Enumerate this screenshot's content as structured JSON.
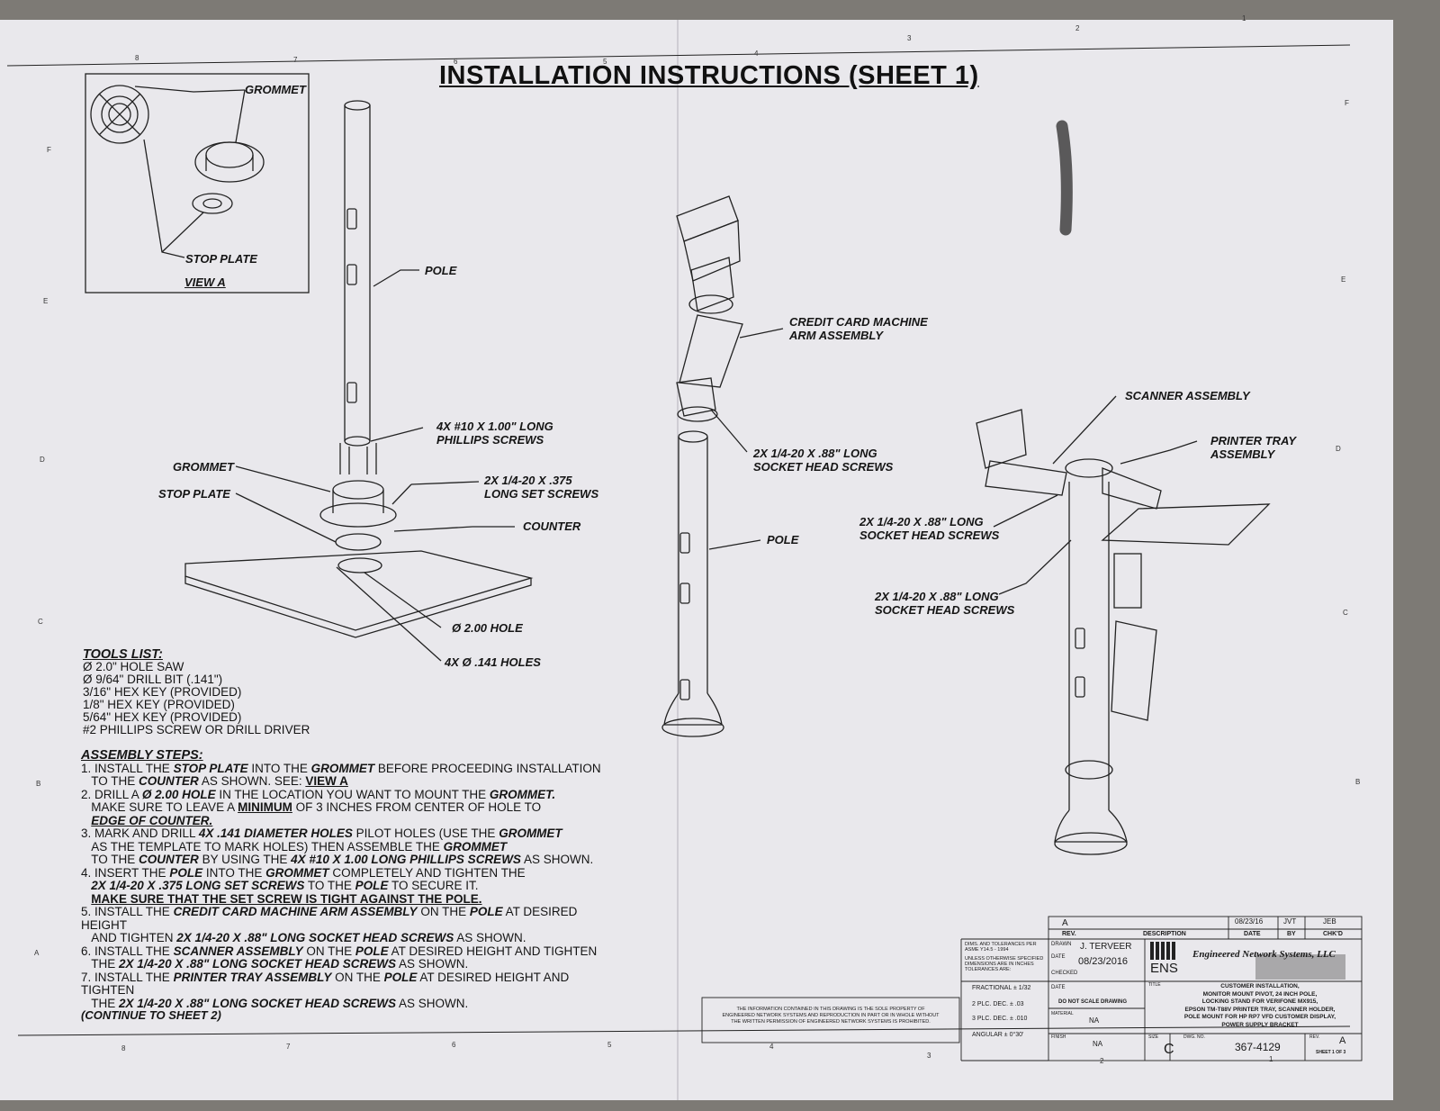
{
  "title": "INSTALLATION INSTRUCTIONS (SHEET 1)",
  "view_a": {
    "grommet": "GROMMET",
    "stop_plate": "STOP PLATE",
    "caption": "VIEW A"
  },
  "callouts": {
    "pole": "POLE",
    "screws_10": "4X #10 X 1.00\" LONG\nPHILLIPS SCREWS",
    "set_screws": "2X 1/4-20 X .375\nLONG SET SCREWS",
    "grommet": "GROMMET",
    "stop_plate": "STOP PLATE",
    "counter": "COUNTER",
    "hole_200": "Ø 2.00 HOLE",
    "holes_141": "4X Ø .141 HOLES",
    "cc_arm": "CREDIT CARD MACHINE\nARM ASSEMBLY",
    "socket_screws_1": "2X 1/4-20 X .88\" LONG\nSOCKET HEAD SCREWS",
    "pole_2": "POLE",
    "scanner": "SCANNER ASSEMBLY",
    "printer_tray": "PRINTER TRAY\nASSEMBLY",
    "socket_screws_2": "2X 1/4-20 X .88\" LONG\nSOCKET HEAD SCREWS",
    "socket_screws_3": "2X 1/4-20 X .88\" LONG\nSOCKET HEAD SCREWS"
  },
  "tools": {
    "heading": "TOOLS LIST:",
    "items": [
      "Ø 2.0\" HOLE SAW",
      "Ø 9/64\" DRILL BIT (.141\")",
      "3/16\" HEX KEY (PROVIDED)",
      "1/8\" HEX KEY (PROVIDED)",
      "5/64\" HEX KEY (PROVIDED)",
      "#2 PHILLIPS SCREW OR DRILL DRIVER"
    ]
  },
  "steps": {
    "heading": "ASSEMBLY STEPS:",
    "s1a": "1. INSTALL THE",
    "s1b": "STOP PLATE",
    "s1c": "INTO THE",
    "s1d": "GROMMET",
    "s1e": "BEFORE PROCEEDING INSTALLATION",
    "s1f": "TO THE",
    "s1g": "COUNTER",
    "s1h": "AS SHOWN.  SEE:",
    "s1i": "VIEW A",
    "s2a": "2. DRILL A",
    "s2b": "Ø 2.00 HOLE",
    "s2c": "IN THE LOCATION YOU WANT TO MOUNT THE",
    "s2d": "GROMMET.",
    "s2e": "MAKE SURE TO LEAVE A",
    "s2f": "MINIMUM",
    "s2g": "OF 3 INCHES FROM CENTER OF HOLE TO",
    "s2h": "EDGE OF COUNTER.",
    "s3a": "3. MARK AND DRILL",
    "s3b": "4X .141 DIAMETER HOLES",
    "s3c": "PILOT HOLES (USE THE",
    "s3d": "GROMMET",
    "s3e": "AS THE TEMPLATE TO MARK HOLES) THEN ASSEMBLE THE",
    "s3f": "GROMMET",
    "s3g": "TO THE",
    "s3h": "COUNTER",
    "s3i": "BY USING THE",
    "s3j": "4X #10 X 1.00 LONG PHILLIPS SCREWS",
    "s3k": "AS SHOWN.",
    "s4a": "4. INSERT THE",
    "s4b": "POLE",
    "s4c": "INTO THE",
    "s4d": "GROMMET",
    "s4e": "COMPLETELY AND TIGHTEN THE",
    "s4f": "2X 1/4-20 X .375 LONG SET SCREWS",
    "s4g": "TO THE",
    "s4h": "POLE",
    "s4i": "TO SECURE IT.",
    "s4j": "MAKE SURE THAT THE SET SCREW IS TIGHT AGAINST THE POLE.",
    "s5a": "5. INSTALL THE",
    "s5b": "CREDIT CARD MACHINE ARM ASSEMBLY",
    "s5c": "ON THE",
    "s5d": "POLE",
    "s5e": "AT DESIRED HEIGHT",
    "s5f": "AND TIGHTEN",
    "s5g": "2X 1/4-20 X .88\" LONG SOCKET HEAD SCREWS",
    "s5h": "AS SHOWN.",
    "s6a": "6. INSTALL THE",
    "s6b": "SCANNER ASSEMBLY",
    "s6c": "ON THE",
    "s6d": "POLE",
    "s6e": "AT DESIRED HEIGHT AND TIGHTEN",
    "s6f": "THE",
    "s6g": "2X 1/4-20 X .88\" LONG SOCKET HEAD SCREWS",
    "s6h": "AS SHOWN.",
    "s7a": "7. INSTALL THE",
    "s7b": "PRINTER TRAY ASSEMBLY",
    "s7c": "ON THE",
    "s7d": "POLE",
    "s7e": "AT DESIRED HEIGHT AND TIGHTEN",
    "s7f": "THE",
    "s7g": "2X 1/4-20 X .88\" LONG SOCKET HEAD SCREWS",
    "s7h": "AS SHOWN."
  },
  "continue": "(CONTINUE TO SHEET 2)",
  "title_block": {
    "rev_letter": "A",
    "rev_label": "REV.",
    "description_label": "DESCRIPTION",
    "rev_date": "08/23/16",
    "rev_by": "JVT",
    "rev_chkd": "JEB",
    "date_label": "DATE",
    "by_label": "BY",
    "chkd_label": "CHK'D",
    "dims_note": "DIMS. AND TOLERANCES PER\nASME Y14.5 - 1994",
    "unless_note": "UNLESS OTHERWISE SPECIFIED\nDIMENSIONS ARE IN INCHES\nTOLERANCES ARE:",
    "fractional": "FRACTIONAL  ±  1/32",
    "two_plc": "2 PLC. DEC.   ±  .03",
    "three_plc": "3 PLC. DEC.   ±  .010",
    "angular": "ANGULAR   ±  0°30'",
    "drawn_label": "DRAWN",
    "drawn_by": "J. TERVEER",
    "date_label2": "DATE",
    "drawn_date": "08/23/2016",
    "checked_label": "CHECKED",
    "date_label3": "DATE",
    "no_scale": "DO NOT SCALE DRAWING",
    "material_label": "MATERIAL",
    "material": "NA",
    "finish_label": "FINISH",
    "finish": "NA",
    "company": "Engineered Network Systems, LLC",
    "logo": "ENS",
    "title_label": "TITLE",
    "title_text": "CUSTOMER INSTALLATION,\nMONITOR MOUNT PIVOT, 24 INCH POLE,\nLOCKING STAND FOR VERIFONE MX915,\nEPSON TM-T88V PRINTER TRAY, SCANNER HOLDER,\nPOLE MOUNT FOR HP RP7 VFD CUSTOMER DISPLAY,\nPOWER SUPPLY BRACKET",
    "size_label": "SIZE",
    "size": "C",
    "dwg_label": "DWG. NO.",
    "dwg_no": "367-4129",
    "rev_label2": "REV.",
    "rev": "A",
    "sheet": "SHEET 1 OF 3",
    "proprietary": "THE INFORMATION CONTAINED IN THIS DRAWING IS THE SOLE PROPERTY OF\nENGINEERED NETWORK SYSTEMS AND REPRODUCTION IN PART OR IN WHOLE WITHOUT\nTHE WRITTEN PERMISSION OF ENGINEERED NETWORK SYSTEMS IS PROHIBITED."
  },
  "zones": {
    "top": [
      "8",
      "7",
      "6",
      "5",
      "4",
      "3",
      "2",
      "1"
    ],
    "bottom": [
      "8",
      "7",
      "6",
      "5",
      "4",
      "3",
      "2",
      "1"
    ],
    "left": [
      "F",
      "E",
      "D",
      "C",
      "B",
      "A"
    ],
    "right": [
      "F",
      "E",
      "D",
      "C",
      "B"
    ]
  }
}
